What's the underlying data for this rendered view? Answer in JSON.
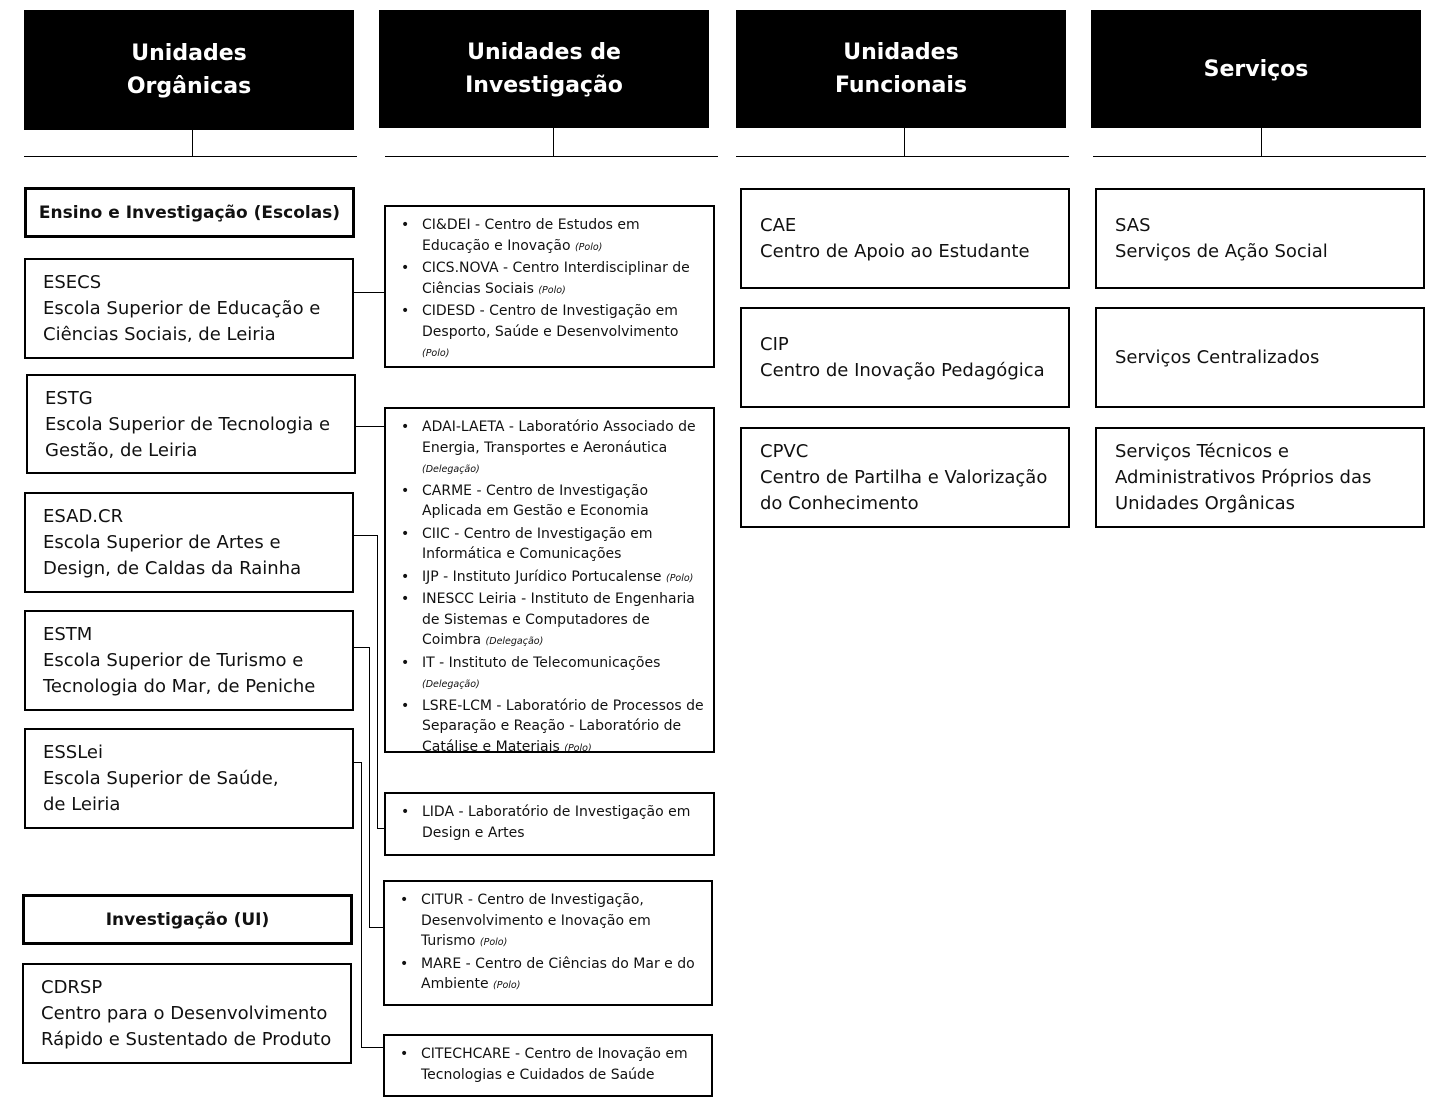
{
  "headers": {
    "organicas": [
      "Unidades",
      "Orgânicas"
    ],
    "investigacao": [
      "Unidades de",
      "Investigação"
    ],
    "funcionais": [
      "Unidades",
      "Funcionais"
    ],
    "servicos": "Serviços"
  },
  "categories": {
    "ensino": "Ensino e Investigação (Escolas)",
    "investigacao_ui": "Investigação (UI)"
  },
  "schools": [
    {
      "acronym": "ESECS",
      "lines": [
        "Escola Superior de Educação e",
        "Ciências Sociais, de Leiria"
      ]
    },
    {
      "acronym": "ESTG",
      "lines": [
        "Escola Superior de Tecnologia e",
        "Gestão, de Leiria"
      ]
    },
    {
      "acronym": "ESAD.CR",
      "lines": [
        "Escola Superior de Artes e",
        "Design, de Caldas da Rainha"
      ]
    },
    {
      "acronym": "ESTM",
      "lines": [
        "Escola Superior de Turismo e",
        "Tecnologia do Mar, de Peniche"
      ]
    },
    {
      "acronym": "ESSLei",
      "lines": [
        "Escola Superior de Saúde,",
        "de Leiria"
      ]
    }
  ],
  "ui_unit": {
    "acronym": "CDRSP",
    "lines": [
      "Centro para o Desenvolvimento",
      "Rápido e Sustentado de Produto"
    ]
  },
  "research_groups": [
    [
      {
        "text": "CI&DEI - Centro de Estudos em Educação e Inovação",
        "role": "(Polo)"
      },
      {
        "text": "CICS.NOVA - Centro Interdisciplinar de Ciências Sociais",
        "role": "(Polo)"
      },
      {
        "text": "CIDESD - Centro de Investigação em Desporto, Saúde e Desenvolvimento",
        "role": "(Polo)"
      }
    ],
    [
      {
        "text": "ADAI-LAETA - Laboratório Associado de Energia, Transportes e Aeronáutica",
        "role": "(Delegação)"
      },
      {
        "text": "CARME - Centro de Investigação Aplicada em Gestão e Economia",
        "role": ""
      },
      {
        "text": "CIIC - Centro de Investigação em Informática e Comunicações",
        "role": ""
      },
      {
        "text": "IJP - Instituto Jurídico Portucalense",
        "role": "(Polo)"
      },
      {
        "text": "INESCC Leiria - Instituto de Engenharia de Sistemas e Computadores de Coimbra",
        "role": "(Delegação)"
      },
      {
        "text": "IT - Instituto de Telecomunicações",
        "role": "(Delegação)"
      },
      {
        "text": "LSRE-LCM - Laboratório de Processos de Separação e Reação - Laboratório de Catálise e Materiais",
        "role": "(Polo)"
      }
    ],
    [
      {
        "text": "LIDA - Laboratório de Investigação em Design e Artes",
        "role": ""
      }
    ],
    [
      {
        "text": "CITUR - Centro de Investigação, Desenvolvimento e Inovação em Turismo",
        "role": "(Polo)"
      },
      {
        "text": "MARE - Centro de Ciências do Mar e do Ambiente",
        "role": "(Polo)"
      }
    ],
    [
      {
        "text": "CITECHCARE - Centro de Inovação em Tecnologias e Cuidados de Saúde",
        "role": ""
      }
    ]
  ],
  "functional_units": [
    {
      "acronym": "CAE",
      "lines": [
        "Centro de Apoio ao Estudante"
      ]
    },
    {
      "acronym": "CIP",
      "lines": [
        "Centro de Inovação Pedagógica"
      ]
    },
    {
      "acronym": "CPVC",
      "lines": [
        "Centro de Partilha e Valorização",
        "do Conhecimento"
      ]
    }
  ],
  "services": [
    {
      "lines": [
        "SAS",
        "Serviços de Ação Social"
      ]
    },
    {
      "lines": [
        "Serviços Centralizados"
      ]
    },
    {
      "lines": [
        "Serviços Técnicos e",
        "Administrativos Próprios das",
        "Unidades Orgânicas"
      ]
    }
  ],
  "bullet": "•"
}
